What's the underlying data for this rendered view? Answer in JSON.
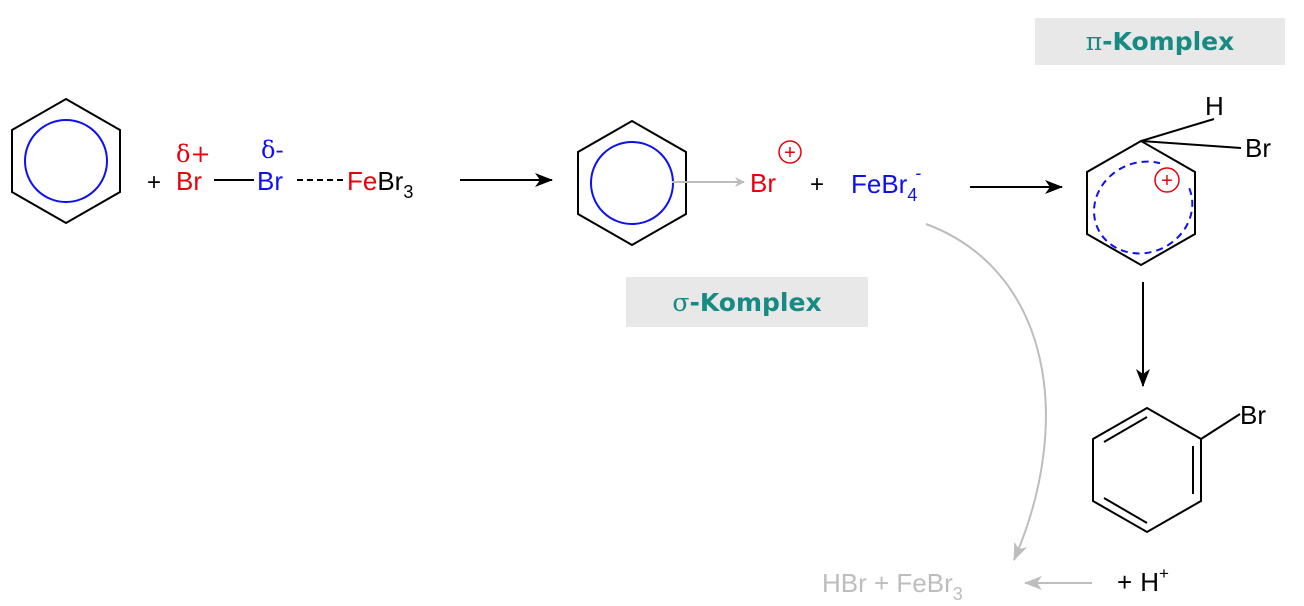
{
  "colors": {
    "black": "#000000",
    "red": "#e8000b",
    "blue": "#1010ee",
    "gray": "#bdbdbd",
    "box_bg": "#e8e8e8",
    "box_text": "#168a83"
  },
  "labels": {
    "pi_complex": "-Komplex",
    "pi_symbol": "π",
    "sigma_complex": "-Komplex",
    "sigma_symbol": "σ"
  },
  "reactants": {
    "plus1": "+",
    "delta_plus": "δ+",
    "delta_minus": "δ-",
    "br_a": "Br",
    "br_b": "Br",
    "fe": "Fe",
    "br3": "Br",
    "sub3": "3"
  },
  "intermediate": {
    "br_cation": "Br",
    "plus_charge": "+",
    "plus2": "+",
    "febr4": "FeBr",
    "sub4": "4",
    "minus": "-"
  },
  "arenium": {
    "h": "H",
    "br": "Br",
    "plus_charge": "+"
  },
  "product": {
    "br": "Br",
    "plus3": "+",
    "h": "H",
    "h_charge": "+"
  },
  "byproduct": {
    "text": "HBr + FeBr",
    "sub3": "3"
  }
}
